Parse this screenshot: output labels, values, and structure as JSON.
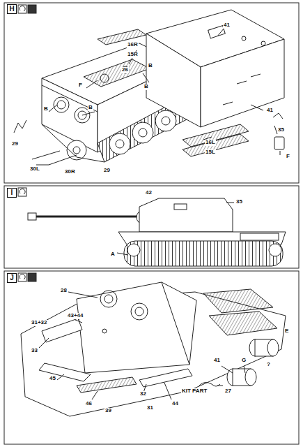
{
  "diagram": {
    "nodes": [
      {
        "text": [
          "H"
        ]
      },
      {
        "text": [
          "I"
        ]
      },
      {
        "text": [
          "J"
        ]
      }
    ],
    "labels": [
      "16R",
      "15R",
      "26",
      "B",
      "F",
      "B",
      "B",
      "B",
      "41",
      "41",
      "35",
      "F",
      "29",
      "30L",
      "30R",
      "29",
      "16L",
      "15L",
      "42",
      "35",
      "A",
      "28",
      "31+32",
      "43+44",
      "33",
      "45",
      "46",
      "39",
      "32",
      "31",
      "44",
      "KIT PART",
      "27",
      "41",
      "G",
      "?",
      "E"
    ]
  }
}
